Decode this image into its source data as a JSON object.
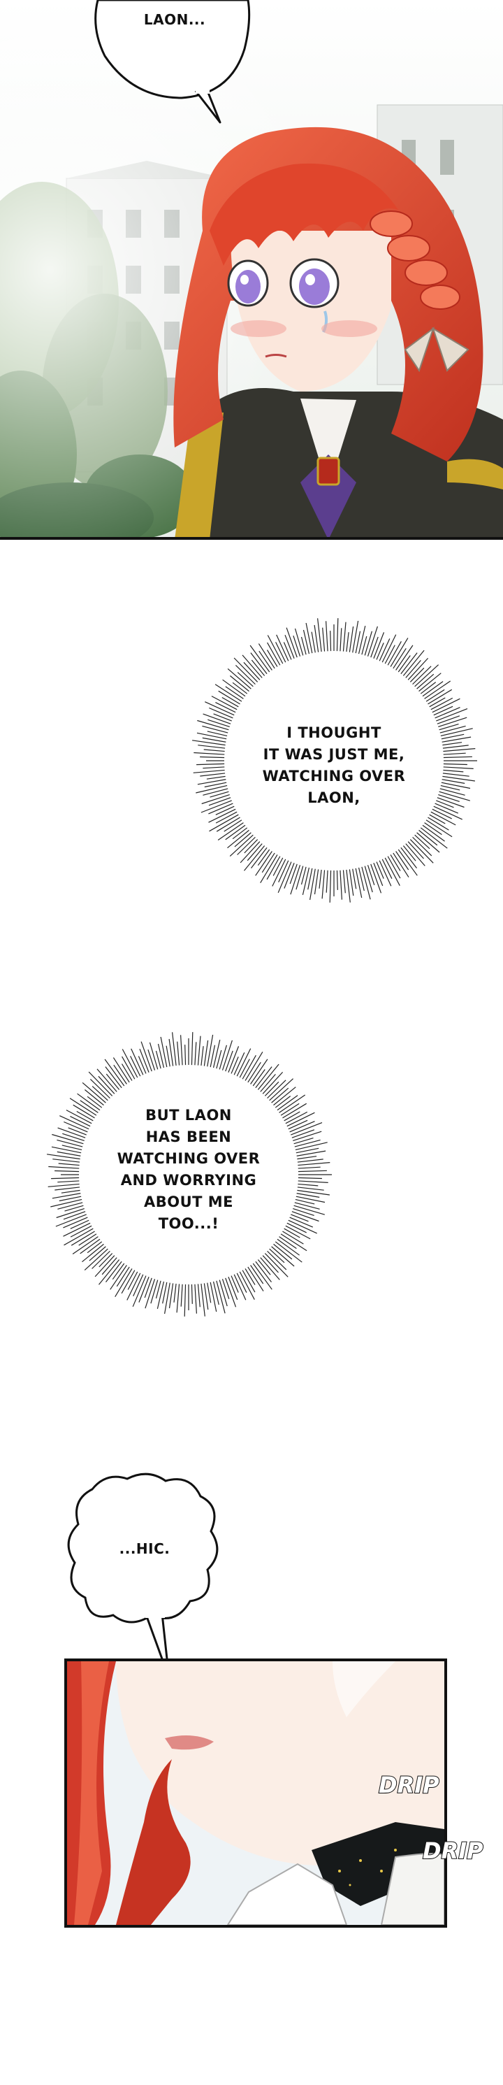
{
  "bubbles": {
    "speech_1": "LAON...",
    "thought_1": [
      "I THOUGHT",
      "IT WAS JUST ME,",
      "WATCHING OVER",
      "LAON,"
    ],
    "thought_2": [
      "BUT LAON",
      "HAS BEEN",
      "WATCHING OVER",
      "AND WORRYING",
      "ABOUT ME",
      "TOO...!"
    ],
    "speech_2": "...HIC."
  },
  "sfx": {
    "drip_1": "DRIP",
    "drip_2": "DRIP"
  },
  "colors": {
    "hair": "#e0452c",
    "hair_dark": "#b52a1c",
    "eye": "#9a7cd8",
    "coat": "#3a3a36",
    "gold": "#c9a52a",
    "tie": "#5b3e8e",
    "foliage": "#6d8f5a",
    "sky": "#f3f6f4"
  }
}
